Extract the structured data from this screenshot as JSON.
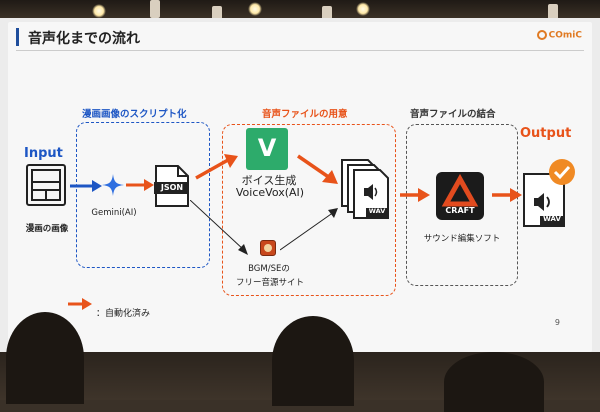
{
  "slide": {
    "title": "音声化までの流れ",
    "logo": "COmiC",
    "page_number": "9",
    "sections": {
      "script": "漫画画像のスクリプト化",
      "audio_prep": "音声ファイルの用意",
      "audio_join": "音声ファイルの結合"
    },
    "input": {
      "heading": "Input",
      "caption": "漫画の画像"
    },
    "gemini": {
      "caption": "Gemini(AI)"
    },
    "json": {
      "label": "JSON"
    },
    "voicevox": {
      "tile_letter": "V",
      "caption_line1": "ボイス生成",
      "caption_line2": "VoiceVox(AI)"
    },
    "bgm": {
      "caption_line1": "BGM/SEの",
      "caption_line2": "フリー音源サイト"
    },
    "wav_stack": {
      "label": "WAV"
    },
    "craft": {
      "label": "CRAFT",
      "caption": "サウンド編集ソフト"
    },
    "output": {
      "heading": "Output",
      "wav_label": "WAV"
    },
    "legend": {
      "text": "：自動化済み"
    },
    "colors": {
      "blue": "#1d56c4",
      "orange": "#e8531a",
      "voicevox_green": "#2dab6b",
      "craft_red": "#e24b1f"
    }
  }
}
